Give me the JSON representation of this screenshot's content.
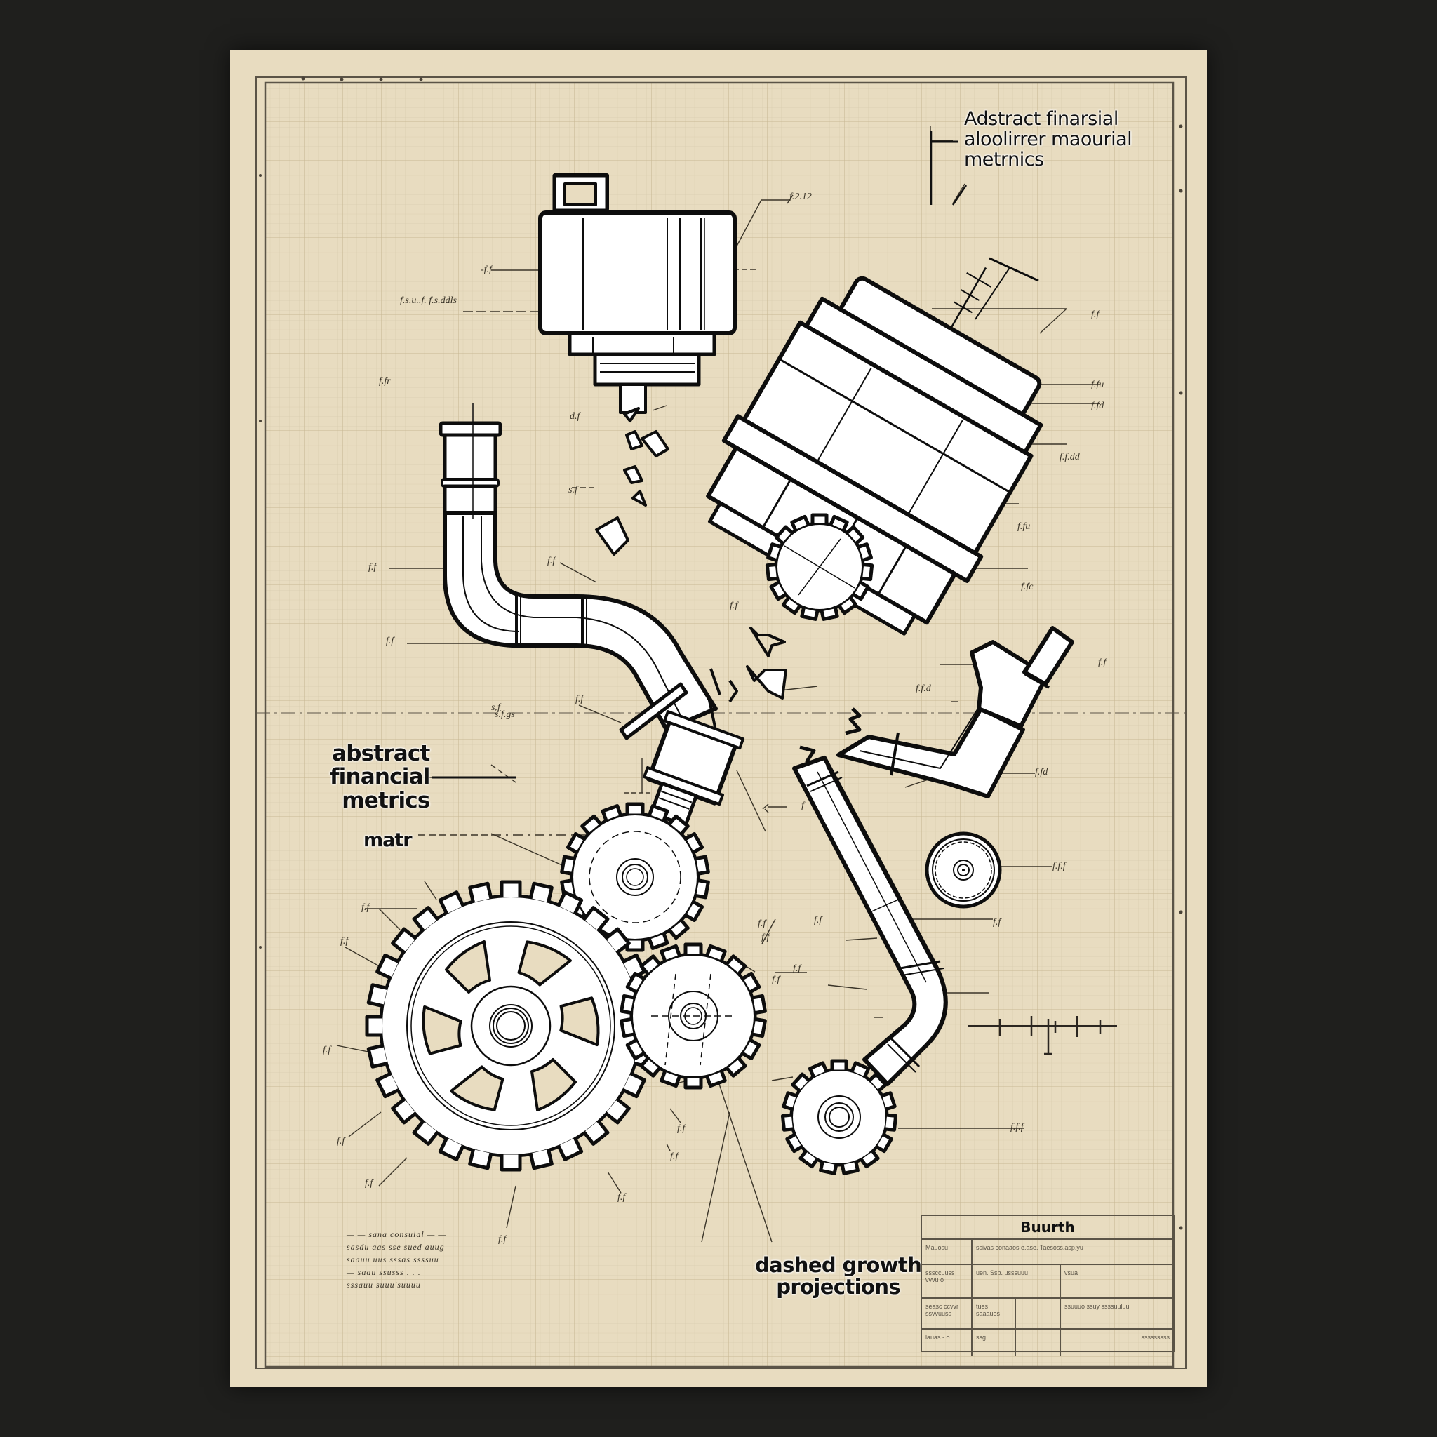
{
  "document": {
    "type": "technical blueprint illustration",
    "colors": {
      "background": "#1f1f1d",
      "paper": "#e8dcc0",
      "grid_minor": "#d8cbab",
      "grid_major": "#c9b995",
      "border": "#5b5447",
      "ink": "#111111",
      "part_fill": "#ffffff"
    }
  },
  "labels": {
    "top_right": {
      "line1": "Adstract finarsial",
      "line2": "aloolirrer maourial",
      "line3": "metrnics"
    },
    "left": {
      "line1": "abstract",
      "line2": "financial",
      "line3": "metrics",
      "line4": "matr"
    },
    "bottom_center": {
      "line1": "dashed growth",
      "line2": "projections"
    }
  },
  "title_block": {
    "title": "Buurth",
    "rows": [
      [
        "Mauosu",
        "ssivas conaaos e.ase. Taesoss.asp.yu"
      ],
      [
        "sssccuuss vvvu  o",
        "uen. Ssb. usssuuu",
        "vsua"
      ],
      [
        "seasc ccvvr ssvvuuss",
        "tues saaaues",
        "",
        "ssuuuo ssuy ssssuuluu"
      ],
      [
        "lauas - o",
        "ssg",
        "",
        "sssssssss"
      ]
    ]
  },
  "notes": {
    "lines": [
      "— — sana consuial — —",
      "sasdu aas sse sued auug",
      "saauu uus sssas ssssuu",
      "— saau ssusss . . .",
      "sssauu suuu'suuuu"
    ]
  },
  "parts": [
    {
      "name": "motor-housing-top",
      "kind": "cylindrical housing with bracket"
    },
    {
      "name": "motor-housing-tilted",
      "kind": "tilted cylindrical housing with gear"
    },
    {
      "name": "elbow-pipe-left",
      "kind": "bent pipe with flange"
    },
    {
      "name": "elbow-pipe-right",
      "kind": "angled pipe with funnel"
    },
    {
      "name": "long-pipe-center",
      "kind": "diagonal pipe with bend"
    },
    {
      "name": "large-gear",
      "kind": "spur gear, 6 spokes"
    },
    {
      "name": "medium-gear-upper",
      "kind": "spur gear"
    },
    {
      "name": "medium-gear-lower",
      "kind": "spur gear"
    },
    {
      "name": "small-gear-bottom",
      "kind": "spur gear"
    },
    {
      "name": "pulley-disc",
      "kind": "disc / pulley"
    },
    {
      "name": "coupling",
      "kind": "shaft coupling"
    },
    {
      "name": "scale-bar",
      "kind": "dimension scale"
    }
  ]
}
